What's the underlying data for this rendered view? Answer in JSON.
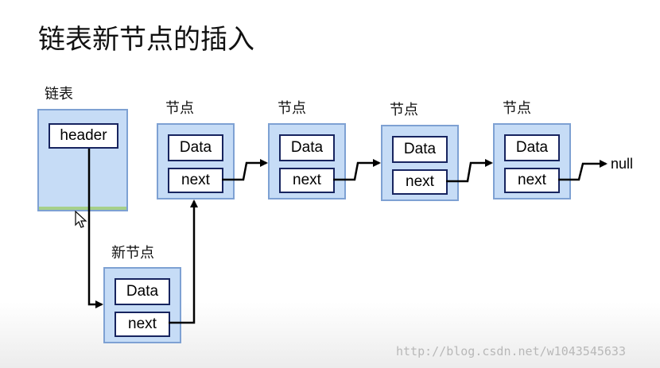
{
  "title": "链表新节点的插入",
  "list": {
    "label": "链表",
    "header": "header"
  },
  "nodes": [
    {
      "label": "节点",
      "data": "Data",
      "next": "next"
    },
    {
      "label": "节点",
      "data": "Data",
      "next": "next"
    },
    {
      "label": "节点",
      "data": "Data",
      "next": "next"
    },
    {
      "label": "节点",
      "data": "Data",
      "next": "next"
    }
  ],
  "new_node": {
    "label": "新节点",
    "data": "Data",
    "next": "next"
  },
  "terminal": "null",
  "watermark": "http://blog.csdn.net/w1043545633",
  "colors": {
    "node_fill": "#c6dcf6",
    "node_border": "#7ea1d3",
    "field_border": "#17245f",
    "arrow": "#000000"
  }
}
